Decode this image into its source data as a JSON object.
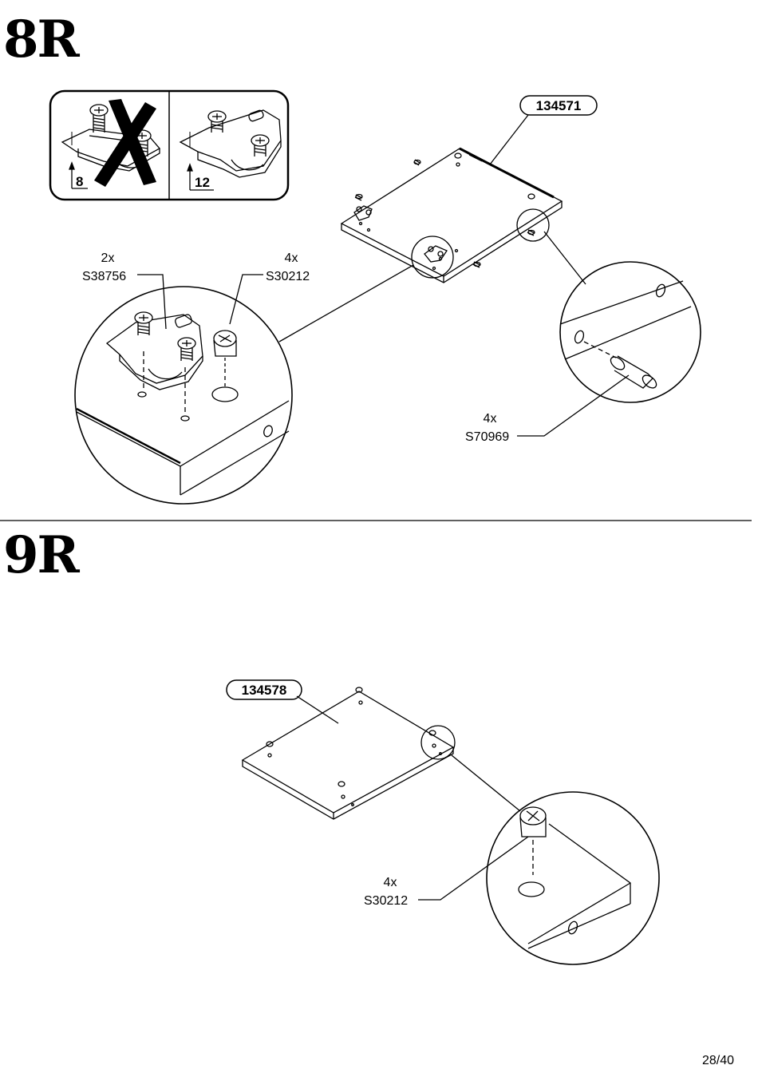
{
  "steps": [
    {
      "number": "8R",
      "part_code": "134571",
      "compare_box": {
        "wrong_depth": "8",
        "right_depth": "12"
      },
      "callouts": [
        {
          "qty": "2x",
          "code": "S38756"
        },
        {
          "qty": "4x",
          "code": "S30212"
        },
        {
          "qty": "4x",
          "code": "S70969"
        }
      ]
    },
    {
      "number": "9R",
      "part_code": "134578",
      "callouts": [
        {
          "qty": "4x",
          "code": "S30212"
        }
      ]
    }
  ],
  "footer": {
    "page": "28/40"
  },
  "icons": [
    "wrong-x-mark-icon",
    "screw-icon",
    "cam-lock-icon",
    "dowel-icon",
    "depth-arrow-icon"
  ]
}
